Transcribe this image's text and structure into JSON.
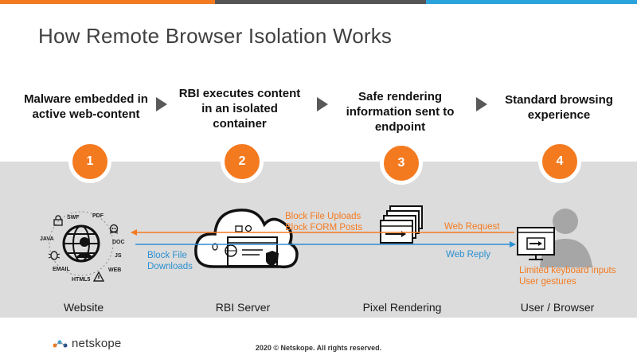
{
  "title": "How Remote Browser Isolation Works",
  "colors": {
    "orange": "#f47a20",
    "blue": "#2b8fd1",
    "gray_band": "#dcdcdc",
    "top_orange": "#f47a20",
    "top_gray": "#555555",
    "top_blue": "#2aa3dc"
  },
  "steps": [
    {
      "number": "1",
      "heading_lines": [
        "Malware embedded in",
        "active web-content"
      ],
      "label": "Website"
    },
    {
      "number": "2",
      "heading_lines": [
        "RBI executes content",
        "in an isolated",
        "container"
      ],
      "label": "RBI Server"
    },
    {
      "number": "3",
      "heading_lines": [
        "Safe rendering",
        "information sent to",
        "endpoint"
      ],
      "label": "Pixel Rendering"
    },
    {
      "number": "4",
      "heading_lines": [
        "Standard browsing",
        "experience"
      ],
      "label": "User / Browser"
    }
  ],
  "website_tags": [
    "SWF",
    "PDF",
    "JAVA",
    "DOC",
    "JS",
    "EMAIL",
    "WEB",
    "HTML5"
  ],
  "flows": {
    "block_uploads": [
      "Block File Uploads",
      "Block FORM Posts"
    ],
    "block_downloads": [
      "Block File",
      "Downloads"
    ],
    "web_request": "Web Request",
    "web_reply": "Web Reply",
    "user_notes": [
      "Limited keyboard inputs",
      "User gestures"
    ]
  },
  "footer": {
    "logo": "netskope",
    "copyright": "2020 © Netskope. All rights reserved."
  }
}
